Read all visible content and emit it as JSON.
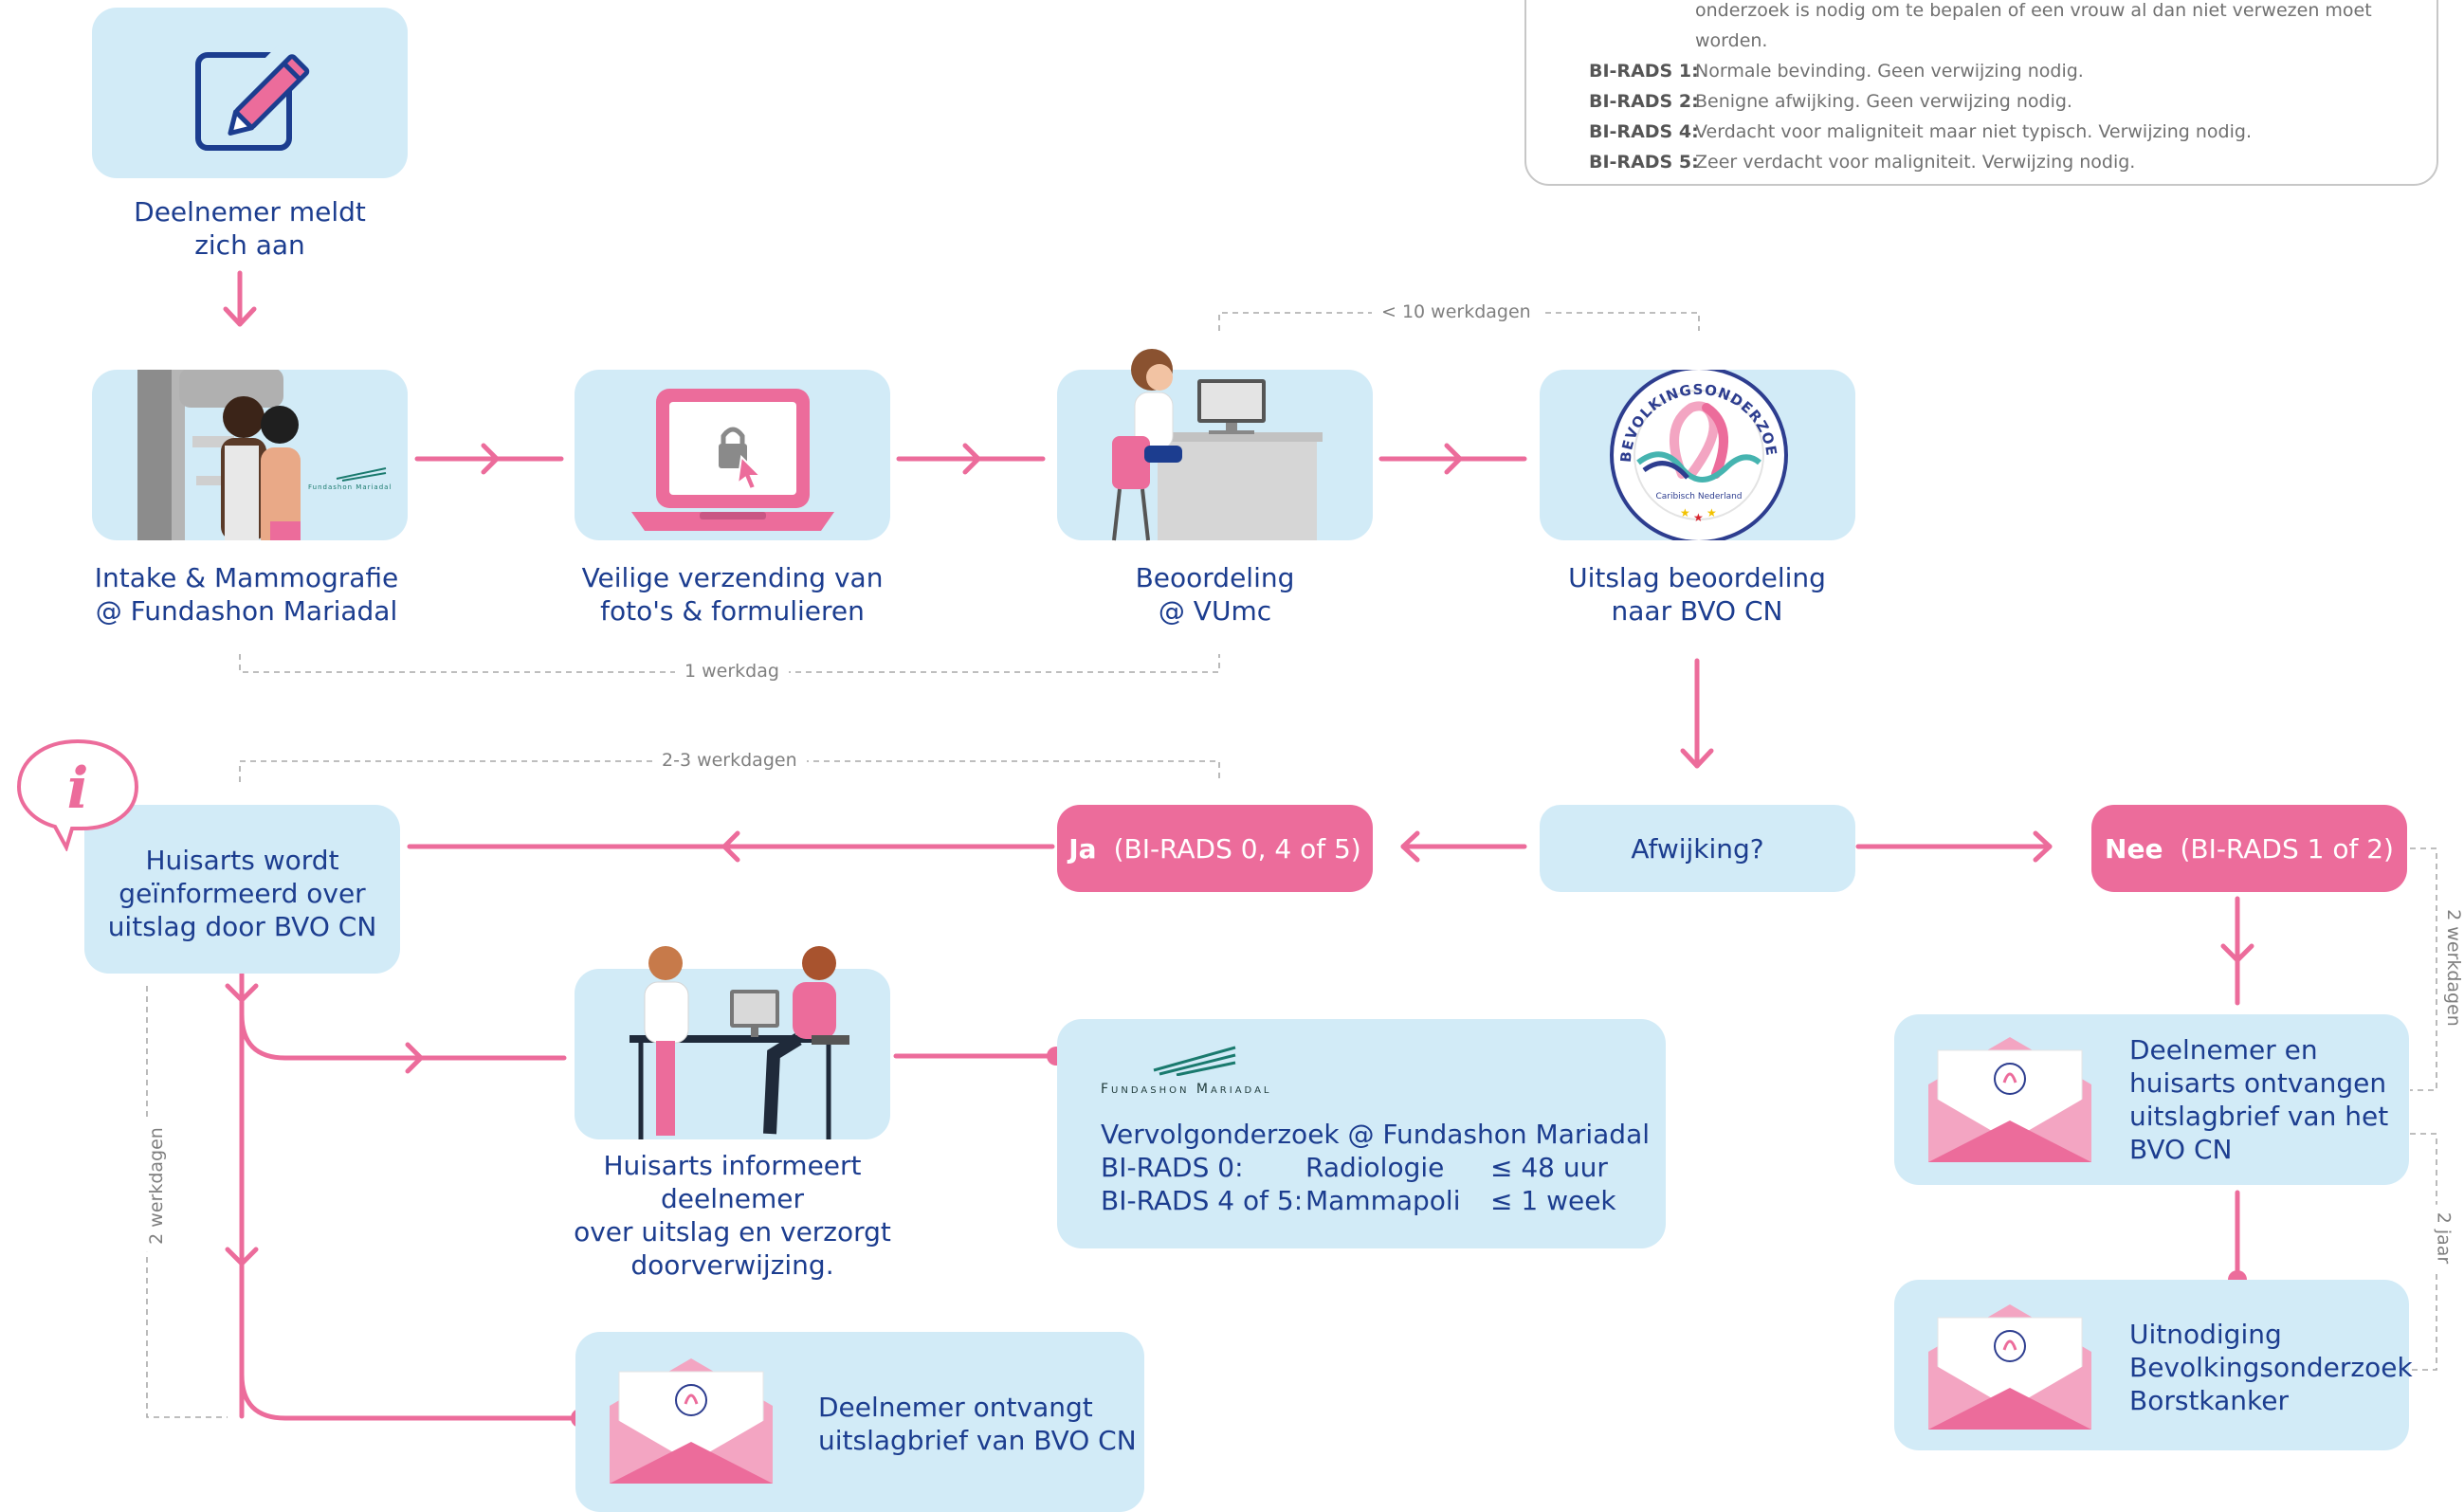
{
  "legend": {
    "cut_line_1": "onderzoek is nodig om te bepalen of een vrouw al dan niet verwezen moet",
    "cut_line_2": "worden.",
    "rows": [
      {
        "code": "BI-RADS 1:",
        "text": "Normale bevinding. Geen verwijzing nodig."
      },
      {
        "code": "BI-RADS 2:",
        "text": "Benigne afwijking. Geen verwijzing nodig."
      },
      {
        "code": "BI-RADS 4:",
        "text": "Verdacht voor maligniteit maar niet typisch. Verwijzing nodig."
      },
      {
        "code": "BI-RADS 5:",
        "text": "Zeer verdacht voor maligniteit. Verwijzing nodig."
      }
    ]
  },
  "steps": {
    "register": {
      "line1": "Deelnemer meldt",
      "line2": "zich aan"
    },
    "intake": {
      "line1": "Intake & Mammografie",
      "line2": "@ Fundashon Mariadal",
      "logo_text": "Fundashon Mariadal"
    },
    "transfer": {
      "line1": "Veilige verzending van",
      "line2": "foto's & formulieren"
    },
    "assessment": {
      "line1": "Beoordeling",
      "line2": "@ VUmc"
    },
    "result": {
      "line1": "Uitslag beoordeling",
      "line2": "naar BVO CN"
    },
    "badge": {
      "arc": "BEVOLKINGSONDERZOEK",
      "sub": "Caribisch Nederland"
    },
    "abnormal": "Afwijking?",
    "yes": {
      "bold": "Ja",
      "text": "(BI-RADS 0, 4 of 5)"
    },
    "no": {
      "bold": "Nee",
      "text": "(BI-RADS 1 of 2)"
    },
    "gp_informed": {
      "line1": "Huisarts wordt",
      "line2": "geïnformeerd over",
      "line3": "uitslag door BVO CN"
    },
    "gp_informs": {
      "line1": "Huisarts informeert deelnemer",
      "line2": "over uitslag en verzorgt",
      "line3": "doorverwijzing."
    },
    "followup": {
      "logo_text": "Fundashon Mariadal",
      "title": "Vervolgonderzoek @ Fundashon Mariadal",
      "rows": [
        {
          "code": "BI-RADS 0:",
          "where": "Radiologie",
          "time": "≤ 48 uur"
        },
        {
          "code": "BI-RADS 4 of 5:",
          "where": "Mammapoli",
          "time": "≤ 1 week"
        }
      ]
    },
    "letter_participant": {
      "line1": "Deelnemer ontvangt",
      "line2": "uitslagbrief van BVO CN"
    },
    "letter_both": {
      "line1": "Deelnemer en",
      "line2": "huisarts ontvangen",
      "line3": "uitslagbrief van het",
      "line4": "BVO CN"
    },
    "invitation": {
      "line1": "Uitnodiging",
      "line2": "Bevolkingsonderzoek",
      "line3": "Borstkanker"
    },
    "info_icon": "i"
  },
  "timings": {
    "t10": "< 10 werkdagen",
    "t1": "1 werkdag",
    "t23": "2-3 werkdagen",
    "t2right": "2 werkdagen",
    "t2left": "2 werkdagen",
    "t2jaar": "2 jaar"
  },
  "colors": {
    "pink": "#ec6c9b",
    "box": "#d2ebf7",
    "text": "#1c3d8f",
    "logo_green": "#1a7a6e"
  }
}
